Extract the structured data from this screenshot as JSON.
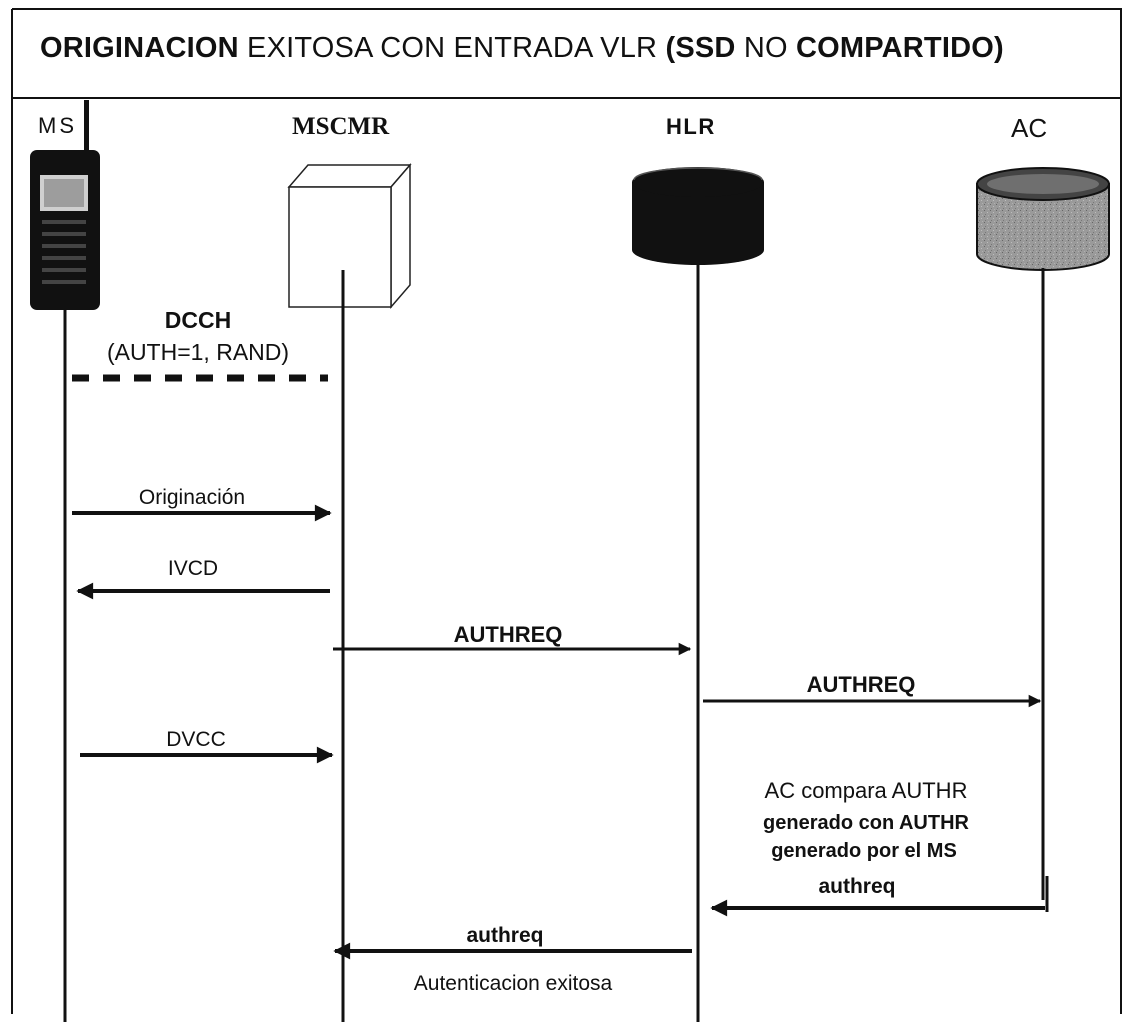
{
  "title": {
    "part1": "ORIGINACION",
    "part2": " EXITOSA CON ENTRADA VLR ",
    "part3": "(SSD",
    "part4": " NO ",
    "part5": "COMPARTIDO)"
  },
  "entities": {
    "ms": "MS",
    "mscmr": "MSCMR",
    "hlr": "HLR",
    "ac": "AC"
  },
  "dcch": {
    "label": "DCCH",
    "params": "(AUTH=1, RAND)"
  },
  "messages": {
    "originacion": "Originación",
    "ivcd": "IVCD",
    "authreq_mscmr_hlr": "AUTHREQ",
    "authreq_hlr_ac": "AUTHREQ",
    "dvcc": "DVCC",
    "authreq_ac_hlr": "authreq",
    "authreq_hlr_mscmr": "authreq"
  },
  "notes": {
    "ac_compare_line1": "AC compara AUTHR",
    "ac_compare_line2": "generado con AUTHR",
    "ac_compare_line3": "generado por el MS",
    "result": "Autenticacion exitosa"
  },
  "colors": {
    "line": "#111111",
    "hlr_fill": "#111111",
    "ac_fill": "#8c8c8c",
    "background": "#ffffff"
  }
}
